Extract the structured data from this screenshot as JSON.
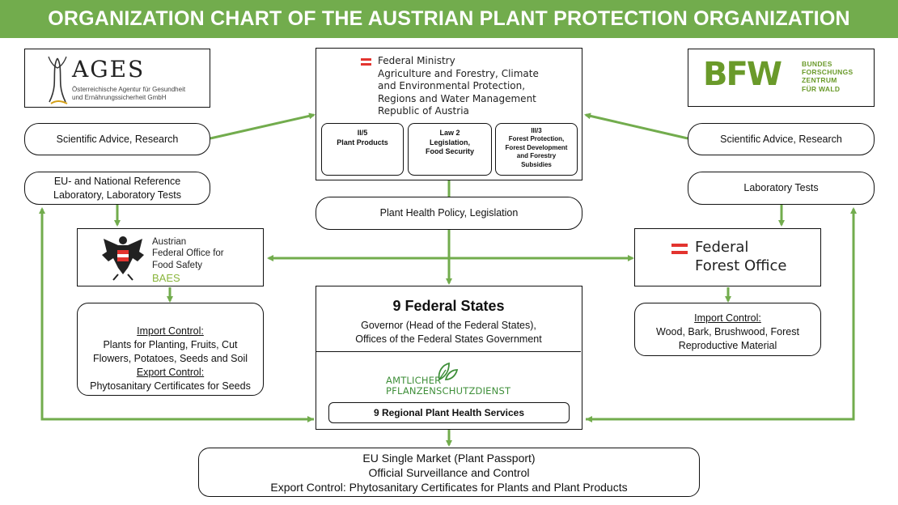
{
  "title": "ORGANIZATION CHART OF THE AUSTRIAN PLANT PROTECTION ORGANIZATION",
  "ages": {
    "logo_text": "AGES",
    "subtitle_line1": "Österreichische Agentur für Gesundheit",
    "subtitle_line2": "und Ernährungssicherheit GmbH",
    "advice": "Scientific Advice, Research",
    "reference_line1": "EU- and National Reference",
    "reference_line2": "Laboratory, Laboratory Tests"
  },
  "bfw": {
    "logo_text": "BFW",
    "name_line1": "BUNDES",
    "name_line2": "FORSCHUNGS",
    "name_line3": "ZENTRUM",
    "name_line4": "FÜR WALD",
    "advice": "Scientific Advice, Research",
    "lab": "Laboratory Tests"
  },
  "ministry": {
    "line1": "Federal Ministry",
    "line2": "Agriculture and Forestry, Climate",
    "line3": "and Environmental Protection,",
    "line4": "Regions and Water Management",
    "line5": "Republic of Austria",
    "departments": [
      {
        "code": "II/5",
        "lines": [
          "Plant Products"
        ]
      },
      {
        "code": "Law 2",
        "lines": [
          "Legislation,",
          "Food Security"
        ]
      },
      {
        "code": "III/3",
        "lines": [
          "Forest Protection,",
          "Forest Development",
          "and Forestry",
          "Subsidies"
        ]
      }
    ],
    "policy": "Plant Health Policy, Legislation"
  },
  "baes": {
    "line1": "Austrian",
    "line2": "Federal Office for",
    "line3": "Food Safety",
    "abbr": "BAES",
    "import_heading": "Import Control:",
    "import_lines": [
      "Plants for Planting, Fruits, Cut",
      "Flowers, Potatoes, Seeds and Soil"
    ],
    "export_heading": "Export Control:",
    "export_line": "Phytosanitary Certificates for Seeds"
  },
  "forest_office": {
    "line1": "Federal",
    "line2": "Forest Office",
    "import_heading": "Import Control:",
    "import_lines": [
      "Wood, Bark, Brushwood, Forest",
      "Reproductive Material"
    ]
  },
  "states": {
    "title": "9 Federal States",
    "line1": "Governor (Head of the Federal States),",
    "line2": "Offices of the Federal States Government",
    "service_logo_line1": "AMTLICHER",
    "service_logo_line2": "PFLANZENSCHUTZDIENST",
    "regional": "9 Regional Plant Health Services"
  },
  "market": {
    "line1": "EU Single Market (Plant Passport)",
    "line2": "Official Surveillance and Control",
    "line3": "Export Control: Phytosanitary Certificates for Plants and Plant Products"
  },
  "colors": {
    "accent_green": "#72ac4d",
    "austria_red": "#e3342f",
    "bfw_green": "#6a9a2a"
  }
}
